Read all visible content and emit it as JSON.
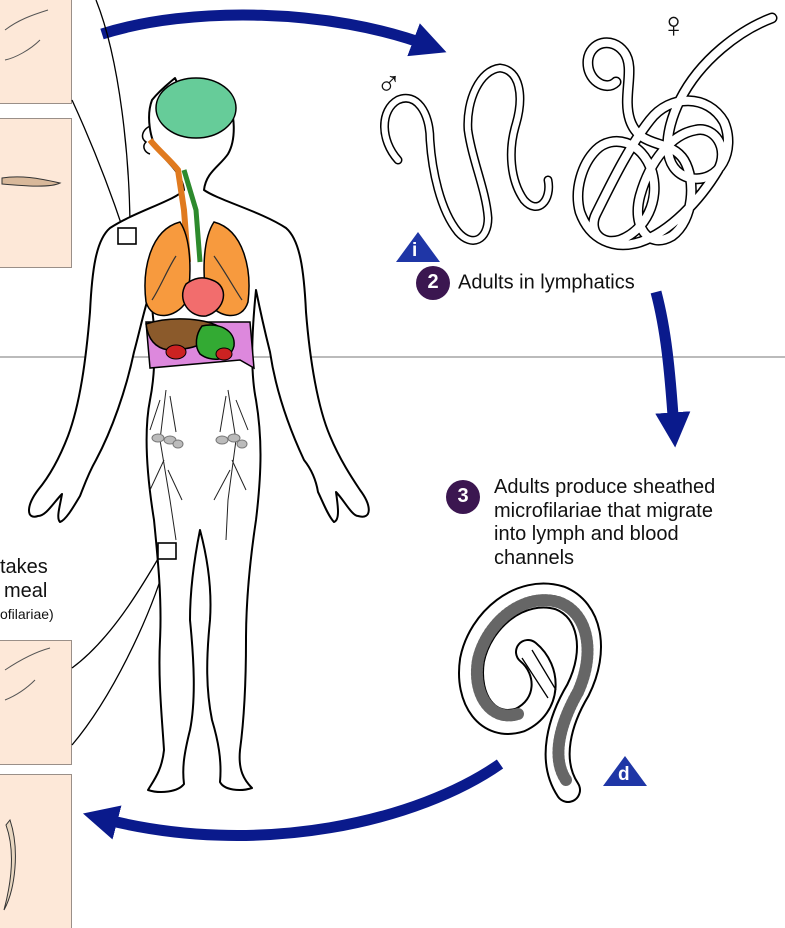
{
  "step2": {
    "number": "2",
    "text": "Adults in lymphatics"
  },
  "step3": {
    "number": "3",
    "lines": [
      "Adults produce sheathed",
      "microfilariae that migrate",
      "into lymph and blood",
      "channels"
    ]
  },
  "left_text": {
    "line1": "takes",
    "line2": "meal",
    "line3": "ofilariae)"
  },
  "badges": {
    "infective": "i",
    "diagnostic": "d"
  },
  "symbols": {
    "male": "♂",
    "female": "♀"
  },
  "colors": {
    "arrow": "#0a1a8c",
    "step_circle": "#3b1650",
    "badge": "#1f36a6",
    "panel": "#fde8d8",
    "brain": "#66cc99",
    "lungs": "#f79a3e",
    "heart": "#f26d6d",
    "liver": "#8b5a2b",
    "stomach": "#33aa33",
    "pelvis": "#dd88dd",
    "esophagus": "#e07a1f",
    "trachea": "#2d8a2d"
  }
}
